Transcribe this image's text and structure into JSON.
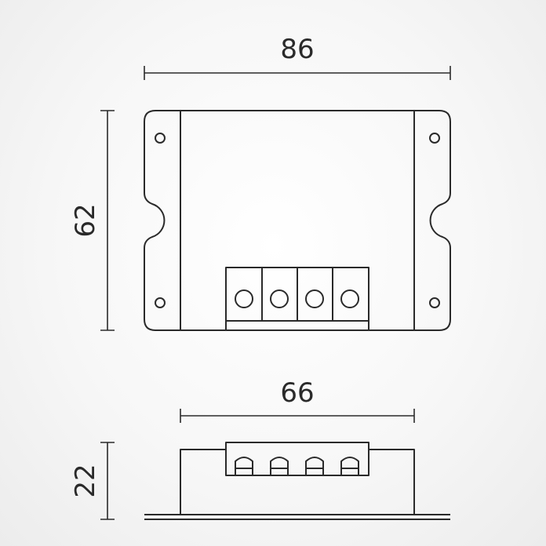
{
  "dimensions": {
    "top_width": "86",
    "top_height": "62",
    "side_width": "66",
    "side_height": "22"
  },
  "colors": {
    "line": "#2a2a2a",
    "background": "#f5f5f5"
  }
}
